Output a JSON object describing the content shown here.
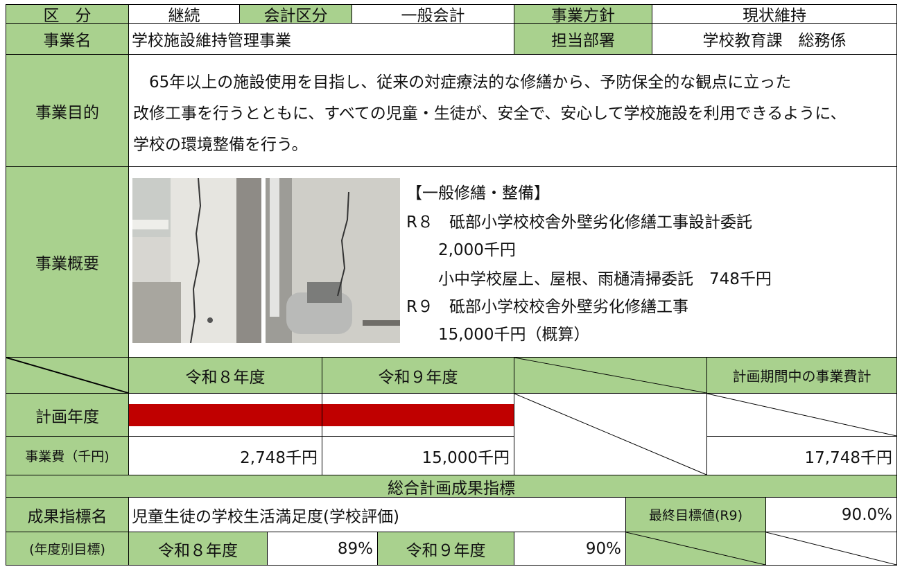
{
  "header": {
    "category_label": "区　分",
    "category_value": "継続",
    "account_label": "会計区分",
    "account_value": "一般会計",
    "policy_label": "事業方針",
    "policy_value": "現状維持",
    "project_name_label": "事業名",
    "project_name_value": "学校施設維持管理事業",
    "dept_label": "担当部署",
    "dept_value": "学校教育課　総務係"
  },
  "purpose": {
    "label": "事業目的",
    "lines": [
      "　65年以上の施設使用を目指し、従来の対症療法的な修繕から、予防保全的な観点に立った",
      "改修工事を行うとともに、すべての児童・生徒が、安全で、安心して学校施設を利用できるように、",
      "学校の環境整備を行う。"
    ]
  },
  "overview": {
    "label": "事業概要",
    "lines": [
      "【一般修繕・整備】",
      "R８　砥部小学校校舎外壁劣化修繕工事設計委託",
      "　　2,000千円",
      "　　小中学校屋上、屋根、雨樋清掃委託　748千円",
      "R９　砥部小学校校舎外壁劣化修繕工事",
      "　　15,000千円（概算）"
    ]
  },
  "schedule": {
    "year1": "令和８年度",
    "year2": "令和９年度",
    "total_label": "計画期間中の事業費計",
    "plan_label": "計画年度",
    "cost_label": "事業費（千円)",
    "cost1": "2,748千円",
    "cost2": "15,000千円",
    "cost_total": "17,748千円",
    "bar_color": "#c00000"
  },
  "kpi": {
    "section_title": "総合計画成果指標",
    "name_label": "成果指標名",
    "name_value": "児童生徒の学校生活満足度(学校評価)",
    "final_label": "最終目標値(R9)",
    "final_value": "90.0%",
    "yearly_label": "(年度別目標)",
    "year1": "令和８年度",
    "year1_value": "89%",
    "year2": "令和９年度",
    "year2_value": "90%"
  },
  "colors": {
    "header_green": "#a9d18e",
    "bar_red": "#c00000"
  }
}
